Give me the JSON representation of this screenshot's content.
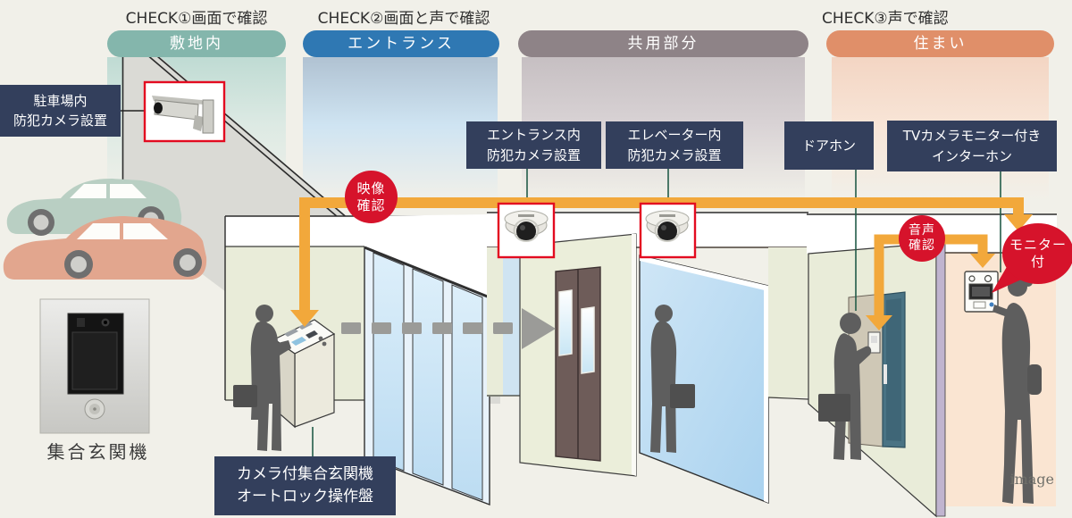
{
  "checks": {
    "check1": "CHECK①画面で確認",
    "check2": "CHECK②画面と声で確認",
    "check3": "CHECK③声で確認"
  },
  "zones": {
    "site": {
      "label": "敷地内",
      "color": "#84b6ac"
    },
    "entrance": {
      "label": "エントランス",
      "color": "#2f78b3"
    },
    "common": {
      "label": "共用部分",
      "color": "#8e8387"
    },
    "residence": {
      "label": "住まい",
      "color": "#e08f69"
    }
  },
  "labels": {
    "parking_camera": {
      "line1": "駐車場内",
      "line2": "防犯カメラ設置"
    },
    "entrance_camera": {
      "line1": "エントランス内",
      "line2": "防犯カメラ設置"
    },
    "elevator_camera": {
      "line1": "エレベーター内",
      "line2": "防犯カメラ設置"
    },
    "doorphone": {
      "line1": "ドアホン"
    },
    "tv_interphone": {
      "line1": "TVカメラモニター付き",
      "line2": "インターホン"
    },
    "autolock_panel": {
      "line1": "カメラ付集合玄関機",
      "line2": "オートロック操作盤"
    }
  },
  "badges": {
    "video_check": {
      "line1": "映像",
      "line2": "確認"
    },
    "audio_check": {
      "line1": "音声",
      "line2": "確認"
    },
    "monitor": {
      "line1": "モニター",
      "line2": "付"
    }
  },
  "captions": {
    "entrance_station": "集合玄関機",
    "watermark": "image"
  },
  "colors": {
    "label_bg": "#333f5c",
    "badge_red": "#d6132b",
    "arrow_orange": "#f2a83b",
    "site": "#84b6ac",
    "entrance": "#2f78b3",
    "common": "#8e8387",
    "residence": "#e08f69"
  }
}
